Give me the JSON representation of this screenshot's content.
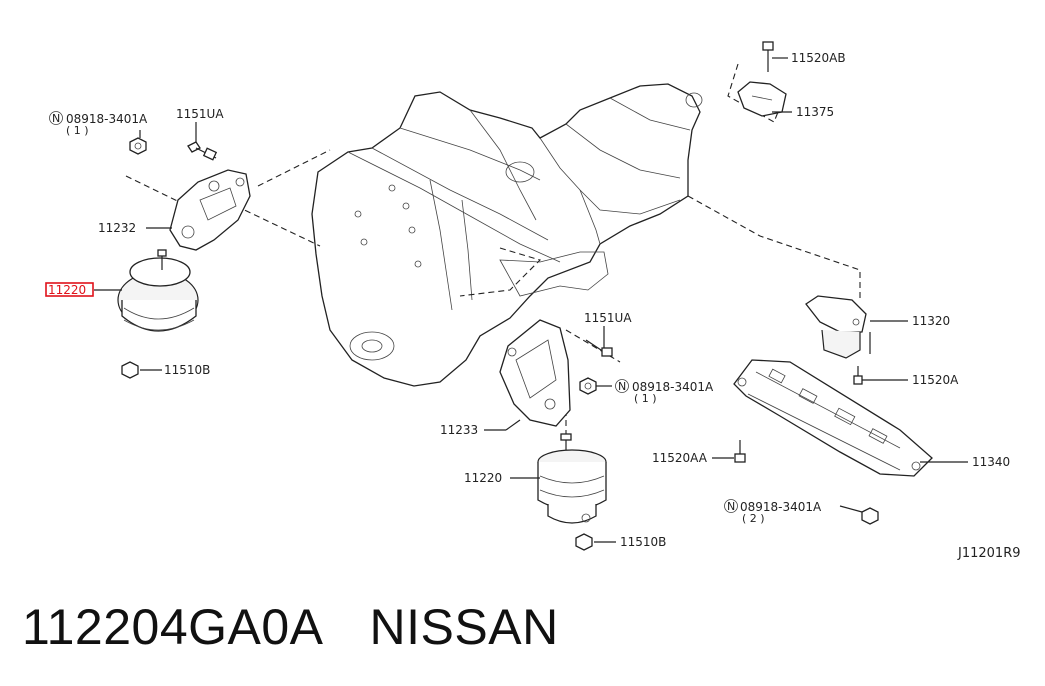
{
  "diagram": {
    "code": "J11201R9",
    "highlight_color": "#e0121a",
    "labels": {
      "p11520AB": "11520AB",
      "p11375": "11375",
      "n08918_top": "08918-3401A",
      "qty_top": "( 1 )",
      "p1151UA_top": "1151UA",
      "p11232": "11232",
      "p11220_left": "11220",
      "p11510B_left": "11510B",
      "p11320": "11320",
      "p11520A": "11520A",
      "p1151UA_mid": "1151UA",
      "n08918_mid": "08918-3401A",
      "qty_mid": "( 1 )",
      "p11233": "11233",
      "p11220_bottom": "11220",
      "p11520AA": "11520AA",
      "p11340": "11340",
      "n08918_bottom": "08918-3401A",
      "qty_bottom": "( 2 )",
      "p11510B_bottom": "11510B",
      "n_symbol": "N"
    }
  },
  "caption": {
    "part_number": "112204GA0A",
    "brand": "NISSAN"
  }
}
